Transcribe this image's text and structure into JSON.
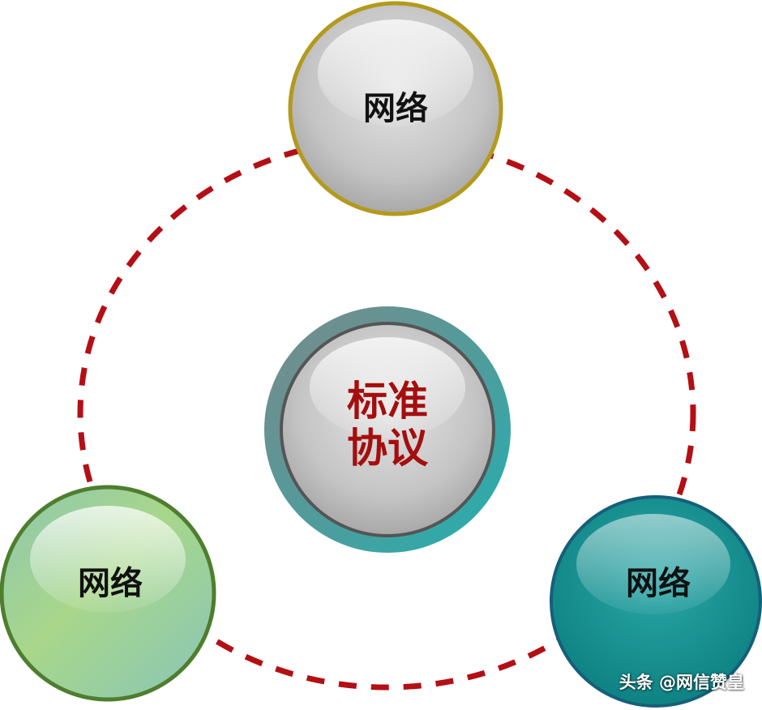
{
  "diagram": {
    "center_node": {
      "label_line1": "标准",
      "label_line2": "协议",
      "text_color": "#a50e0e",
      "ring_color": "#2aa7a7"
    },
    "nodes": [
      {
        "id": "top",
        "label": "网络",
        "border_color": "#b39a1c",
        "fill": "#c8c8c8"
      },
      {
        "id": "bottom-left",
        "label": "网络",
        "border_color": "#4e7e2e",
        "fill": "#a8d48a"
      },
      {
        "id": "bottom-right",
        "label": "网络",
        "border_color": "#155f7a",
        "fill": "#14918f"
      }
    ],
    "connector": {
      "style": "dashed",
      "color": "#b30f14"
    }
  },
  "watermark": "头条 @网信赞皇"
}
